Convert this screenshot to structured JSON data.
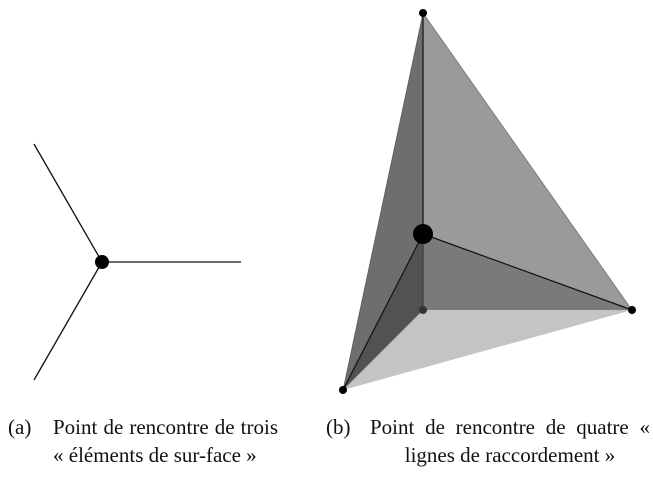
{
  "subfigure_a": {
    "caption_label": "(a)",
    "caption_text": "Point de rencontre de trois « éléments de sur-face »"
  },
  "subfigure_b": {
    "caption_label": "(b)",
    "caption_text": "Point de rencontre de quatre « lignes de raccordement »"
  },
  "colors": {
    "line": "#111111",
    "vertex": "#000000",
    "face_back_left": "#6e6e6e",
    "face_back_right": "#9a9a9a",
    "face_bottom": "#c4c4c4",
    "face_inner_dark": "#525252",
    "face_inner_mid": "#7a7a7a"
  }
}
